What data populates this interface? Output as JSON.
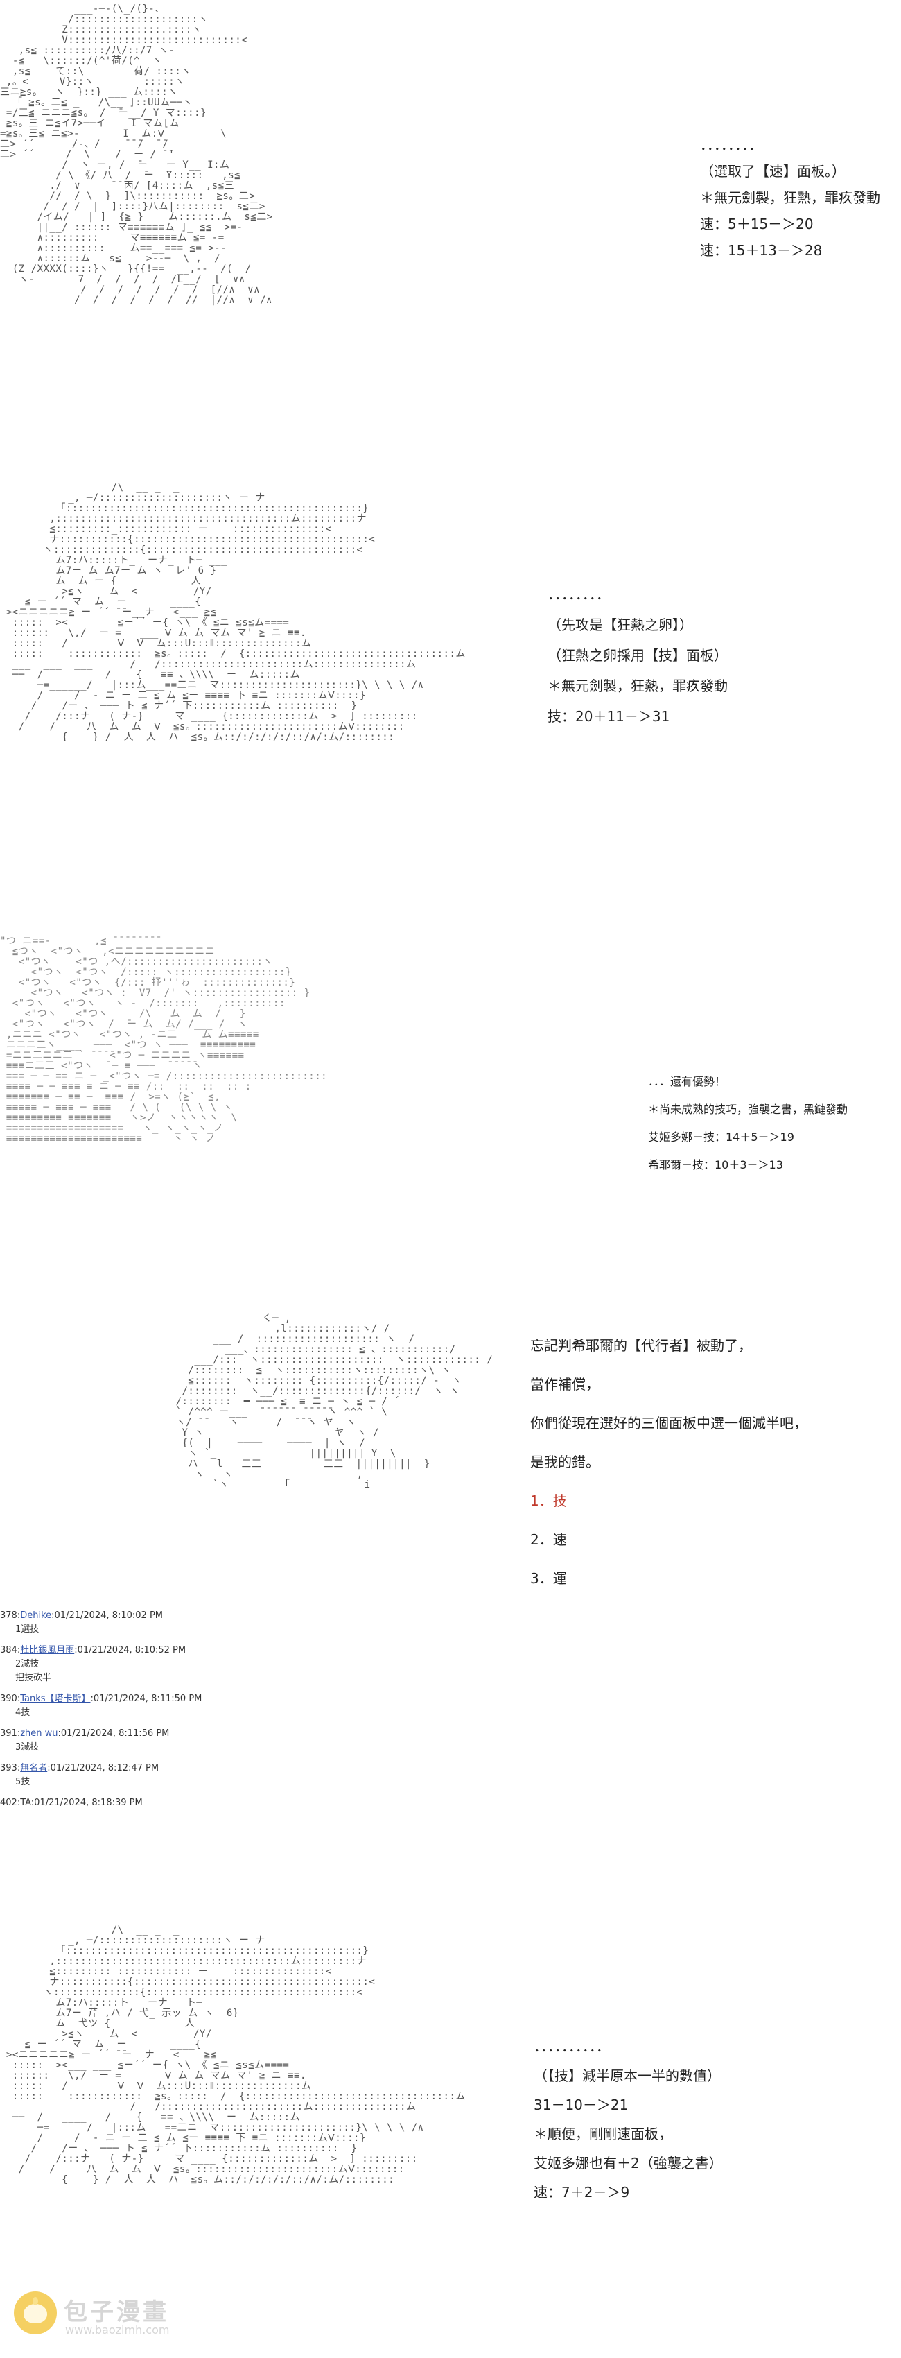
{
  "panels": [
    {
      "art": "            ___-─-(\\_/(}-、\n           /::::::::::::::::::::ヽ\n          Z:::::::::::::::.::::ヽ\n          V::::::::::::::::::::::::::::<\n   ,s≦ ::::::::::/八/::/7 ヽ-\n  -≦   \\::::::/(^'荷/(^  ヽ\n  ,s≦    て::\\        荷/ ::::ヽ\n ,。<     V}::ヽ        :::::ヽ\n三ニ≧s。  ヽ  }::} ___ ム::::ヽ\n  「 ≧s。二≦ _   /\\__ ]::UUム──ヽ\n =/三≦ ニニニ≦s。 /  ̄ー__/ Y マ::::}\n ≧s。三 ニ≦イ7>──イ    I マム[ム\n=≧s。三≦ ニ≦>-       I  ム:Ⅴ         \\\n二> ´´      /-、/    ̄ ̄ ̄/  ̄ ̄/\n二> ´´     /  \\    /  ー_/ ̄ ̄'\n          /  ヽ ー, /  ̄ー   ー Y__ I:ム\n         / \\ 《/ 八  /  ̄ー  ̄Y:::::   ,s≦\n        ./  ∨  _  ̄ ̄ ̄丙/ [4::::ム  ,s≦三\n        //  / \\  }  ]\\:::::::::::  ≧s。二>\n       /  / /  |  ]::::}八ム|::::::::  s≦二>\n      /イム/   | ]  {≧ }    ム::::::.ム  s≦二>\n      ||__/ :::::: マ≡≡≡≡≡≡ム ]_ ≦≦  >=-\n      ∧:::::::::     マ≡≡≡≡≡≡ム ≦= -=\n      ∧::::::::::    ム≡≡__≡≡≡ ≦= >--\n      ∧::::::ム__ s≦    >--─  \\ ,  /\n  (Z /XXXX(::::}ヽ   }{{!==  __,--  /(  /\n   ヽ-       7  /  /  /  /  /L__/  [  ∨∧\n             /  /  /  /  /  /  /  [//∧  ∨∧\n            /  /  /  /  /  /  //  |//∧  ∨ /∧",
      "lines": [
        "．．．．．．．．",
        "（選取了【速】面板。）",
        "＊無元劍製，狂熱，罪疚發動",
        "速：5＋15－＞20",
        "速：15＋13－＞28"
      ]
    },
    {
      "art": "                  /\\  __ _  _\n           _, ─/::::::::::::::::::::ヽ ー ナ\n         「::::::::::::::::::::::::::::::::::::::::::::::::}\n        ,::::::::::::::::::::::::::::::::::::::ム:::::::::ナ\n        ≦:::::::::_:::::::::::: ー    :::::::::::::::<\n        ナ:::::::::::{::::::::::::::::::::::::::::::::::::::<\n       ヽ::::::::::::::{::::::::::::::::::::::::::::::::::<\n         ム7:ハ:::::ト_  ーナ_  ト─ ___\n         ム7ー ム ム7ー ム ヽ  レ' 6 }\n         ム  ム ー {            人\n          >≦ヽ    ム  <         /Y/\n    ≦ ー ´´ マ  ム  ー       ____{\n ><ニニニニニ≧ ー ´´ ̄ ̄ー__ナ   <___ ≧≦\n  :::::  ><___ ___ ≦ー´´ ー{ ヽ\\ 《 ≦ニ ≦s≦ム====\n  ::::::   \\,/  ー =   ___ Ⅴ ム ム マム マ' ≧ ニ ≡≡.\n  :::::   /        Ⅴ  Ⅴ  ム:::U:::Ⅱ::::::::::::::ム\n  :::::    ::::::::::::  ≧s。:::::  /  {::::::::::::::::::::::::::::::::::ム\n  ___  ___  ___      /   /:::::::::::::::::::::::ム:::::::::::::::ム\n  ──  /   ____   /    {   ≡≡ 、\\\\\\\\  ー  ム:::::ム\n      ─=______/   |:::ム___==二ニ  マ::::::::::::::::::::::}\\ \\ \\ \\ /∧\n      /     /  ‐ ニ ー 二 ≦ ム ≦ー ≡≡≡≡ 下 ≡ニ :::::::ムⅤ::::}\n     /    /ー 、 ─── ト ≦ ナ´´ 下:::::::::::ム ::::::::::  }\n    /    /:::ナ   ( ナ-}     マ ____ {:::::::::::::ム  >  ] :::::::::\n   /    /     八  ム  ム  Ⅴ  ≦s。:::::::::::::::::::::::ムⅤ::::::::\n          {    } /  人  人  ハ  ≦s。ム::/:/:/:/:/::/∧/:ム/::::::::",
      "lines": [
        "．．．．．．．．",
        "（先攻是【狂熱之卵】）",
        "（狂熱之卵採用【技】面板）",
        "＊無元劍製，狂熱，罪疚發動",
        "技：20＋11－＞31"
      ]
    },
    {
      "art": "\"つ ニ==-       ,≦ ̄ ̄ ̄ ̄ ̄ ̄ ̄ ̄\n  ≦つヽ  <\"つヽ   ,<ニニニニニニニニニニ\n   <\"つヽ    <\"つ ,ヘ/::::::::::::::::::::::ヽ\n     <\"つヽ  <\"つヽ  /::::: ヽ::::::::::::::::::}\n   <\"つヽ   <\"つヽ  {/::: 抒'''ゎ  ::::::::::::::}\n     <\"つヽ   <\"つヽ :  V7  /' ヽ::::::::::::::::: }\n  <\"つヽ   <\"つヽ   ヽ -  /:::::::   ,::::::::::\n    <\"つヽ   <\"つヽ   __/\\__ ム  ム  /   }\n  <\"つヽ   <\"つヽ  /  ̄ー ム  ム/ /___ /  ヽ\n ,ニニニ <\"つヽ   <\"つヽ , ‐ニ二____ム ム≡≡≡≡≡\n ニニニ二ヽ____  ───  <\"つ ヽ ───  ≡≡≡≡≡≡≡≡≡\n =ニニ二ニニ二 ` ̄ ̄ ̄ ̄<\"つ ─ ニニニニ ヽ≡≡≡≡≡≡\n ≡≡≡ニ二三 <\"つヽ  ̄ ─ ≡ ───  ̄ ̄ ̄ ̄ ̄ヽ\n ≡≡≡ ─ ─ ≡≡ ニ ─ _<\"つヽ ─≡ /:::::::::::::::::::::::::\n ≡≡≡≡ ─ ─ ≡≡≡ ≡ ニ ─ ≡≡ /::  ::  ::  :: : \n ≡≡≡≡≡≡≡ ─ ≡≡ ─  ≡≡≡ /  >=ヽ (≧`  ≦,\n ≡≡≡≡≡ ─ ≡≡≡ ─ ≡≡≡   / \\ (   (\\ \\ \\ ヽ\n ≡≡≡≡≡≡≡≡≡ ≡≡≡≡≡≡≡   ヽ>ノ  ヽヽヽヽヽ  \\\n ≡≡≡≡≡≡≡≡≡≡≡≡≡≡≡≡≡≡≡   ヽ_ ヽ_ヽ_ヽ_ノ\n ≡≡≡≡≡≡≡≡≡≡≡≡≡≡≡≡≡≡≡≡≡≡     ヽ_ヽ_ノ",
      "lines": [
        "．．．還有優勢！",
        "＊尚未成熟的技巧，強襲之書，黑鏈發動",
        "艾姬多娜－技：14＋5－＞19",
        "希耶爾－技：10＋3－＞13"
      ]
    },
    {
      "art": "                    く─ ,\n              ____  _ ,l::::::::::::ヽ/_/\n            ___ /  :::::::::::::::::::: ヽ  /\n              ___、:::::::::::::::: ≦ 、:::::::::::/\n         ___/:::  ヽ::::::::::::::::::::  ヽ:::::::::::: /\n        /::::::::  ≦  ヽ:::::::::::ヽ:::::::::ヽ\\ ヽ\n        ≦::::::  ヽ:::::::: {::::::::::{/:::::/ ‐  ヽ\n       /::::::::  ヽ__/::::::::::::::{/::::::/  ヽ ヽ\n      /::::::::  ━ ─── ≦  ≡ ニ ─ ヽ ≦ ─ / ´\n      ` /^^^ ー___  ̄ ̄ ̄ ̄ ̄ ̄  ̄ ̄ ̄ ̄ ̄ヽ ^^^ ` \\\n      ヽ/ ̄ ̄    ヽ      /  ̄ ̄ ̄ヽ ヤ  ヽ\n       Y ヽ   ____      ____    ヤ  ヽ / \n       {(  |    ────    ────  | ヽ  /\n        ヽ `_               ||||||||| Y  \\\n        ハ   l   三三          三三  |||||||||  }\n         ヽ   ヽ                    ,\n            `ヽ         ｢            i",
      "lines": [
        "忘記判希耶爾的【代行者】被動了，",
        "當作補償，",
        "你們從現在選好的三個面板中選一個減半吧，",
        "是我的錯。"
      ],
      "options": [
        "1．技",
        "2．速",
        "3．運"
      ]
    },
    {
      "art": "                  /\\  __ _  _\n           _, ─/::::::::::::::::::::ヽ ー ナ\n         「::::::::::::::::::::::::::::::::::::::::::::::::}\n        ,::::::::::::::::::::::::::::::::::::::ム:::::::::ナ\n        ≦:::::::::_:::::::::::: ー    :::::::::::::::<\n        ナ:::::::::::{::::::::::::::::::::::::::::::::::::::<\n       ヽ::::::::::::::{::::::::::::::::::::::::::::::::::<\n         ム7:ハ:::::ト_  ーナ_  ト─ ___\n         ム7ー 芹 ,ハ / 弋_ 示ッ ム ヽ  6}\n         ム  弋ツ {            人\n          >≦ヽ    ム  <         /Y/\n    ≦ ー ´´ マ  ム  ー       ____{\n ><ニニニニニ≧ ー ´´ ̄ ̄ー__ナ   <___ ≧≦\n  :::::  ><___ ___ ≦ー´´ ー{ ヽ\\ 《 ≦ニ ≦s≦ム====\n  ::::::   \\,/  ー =   ___ Ⅴ ム ム マム マ' ≧ ニ ≡≡.\n  :::::   /        Ⅴ  Ⅴ  ム:::U:::Ⅱ::::::::::::::ム\n  :::::    ::::::::::::  ≧s。:::::  /  {::::::::::::::::::::::::::::::::::ム\n  ___  ___  ___      /   /:::::::::::::::::::::::ム:::::::::::::::ム\n  ──  /   ____   /    {   ≡≡ 、\\\\\\\\  ー  ム:::::ム\n      ─=______/   |:::ム___==二ニ  マ::::::::::::::::::::::}\\ \\ \\ \\ /∧\n      /     /  ‐ ニ ー 二 ≦ ム ≦ー ≡≡≡≡ 下 ≡ニ :::::::ムⅤ::::}\n     /    /ー 、 ─── ト ≦ ナ´´ 下:::::::::::ム ::::::::::  }\n    /    /:::ナ   ( ナ-}     マ ____ {:::::::::::::ム  >  ] :::::::::\n   /    /     八  ム  ム  Ⅴ  ≦s。:::::::::::::::::::::::ムⅤ::::::::\n          {    } /  人  人  ハ  ≦s。ム::/:/:/:/:/::/∧/:ム/::::::::",
      "lines": [
        "．．．．．．．．．．",
        "（【技】減半原本一半的數值）",
        "31－10－＞21",
        "＊順便，剛剛速面板，",
        "艾姬多娜也有＋2（強襲之書）",
        "速：7＋2－＞9"
      ]
    }
  ],
  "comments": [
    {
      "no": "378:",
      "user": "Dehike",
      "time": ":01/21/2024, 8:10:02 PM",
      "body": [
        "1選技"
      ]
    },
    {
      "no": "384:",
      "user": "杜比銀風月雨",
      "time": ":01/21/2024, 8:10:52 PM",
      "body": [
        "2減技",
        "把技砍半"
      ]
    },
    {
      "no": "390:",
      "user": "Tanks【塔卡斯】",
      "time": ":01/21/2024, 8:11:50 PM",
      "body": [
        "4技"
      ]
    },
    {
      "no": "391:",
      "user": "zhen wu",
      "time": ":01/21/2024, 8:11:56 PM",
      "body": [
        "3減技"
      ]
    },
    {
      "no": "393:",
      "user": "無名者",
      "time": ":01/21/2024, 8:12:47 PM",
      "body": [
        "5技"
      ]
    },
    {
      "no": "402:",
      "user": "",
      "time": "TA:01/21/2024, 8:18:39 PM",
      "body": []
    }
  ],
  "watermark": {
    "text": "包子漫畫",
    "url": "www.baozimh.com"
  },
  "colors": {
    "option_highlight": "#c0392b",
    "username_link": "#3355aa"
  }
}
